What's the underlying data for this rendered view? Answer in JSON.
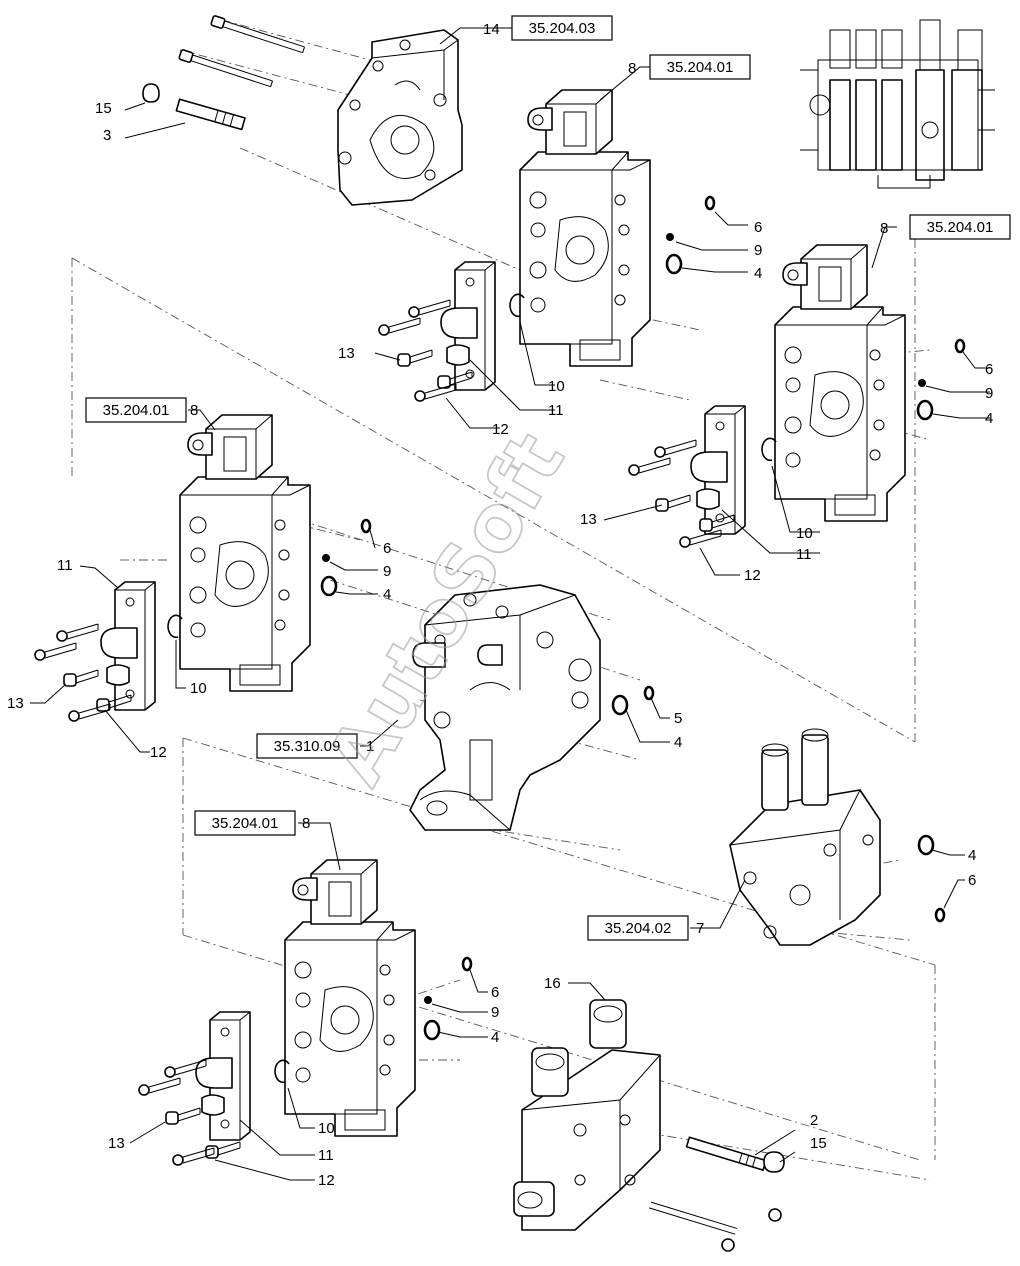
{
  "diagram": {
    "watermark": "AutoSoft",
    "reference_codes": {
      "cover_plate": "35.204.03",
      "element_a": "35.204.01",
      "element_b": "35.204.01",
      "element_c": "35.204.01",
      "element_d": "35.204.01",
      "inlet_body": "35.310.09",
      "end_section": "35.204.02"
    },
    "callouts": {
      "c1": "1",
      "c2": "2",
      "c3": "3",
      "c4a": "4",
      "c4b": "4",
      "c4c": "4",
      "c4d": "4",
      "c4e": "4",
      "c4f": "4",
      "c5": "5",
      "c6a": "6",
      "c6b": "6",
      "c6c": "6",
      "c6d": "6",
      "c6e": "6",
      "c7": "7",
      "c8a": "8",
      "c8b": "8",
      "c8c": "8",
      "c8d": "8",
      "c9a": "9",
      "c9b": "9",
      "c9c": "9",
      "c9d": "9",
      "c10a": "10",
      "c10b": "10",
      "c10c": "10",
      "c10d": "10",
      "c11a": "11",
      "c11b": "11",
      "c11c": "11",
      "c11d": "11",
      "c12a": "12",
      "c12b": "12",
      "c12c": "12",
      "c12d": "12",
      "c13a": "13",
      "c13b": "13",
      "c13c": "13",
      "c13d": "13",
      "c14": "14",
      "c15a": "15",
      "c15b": "15",
      "c16": "16"
    }
  }
}
